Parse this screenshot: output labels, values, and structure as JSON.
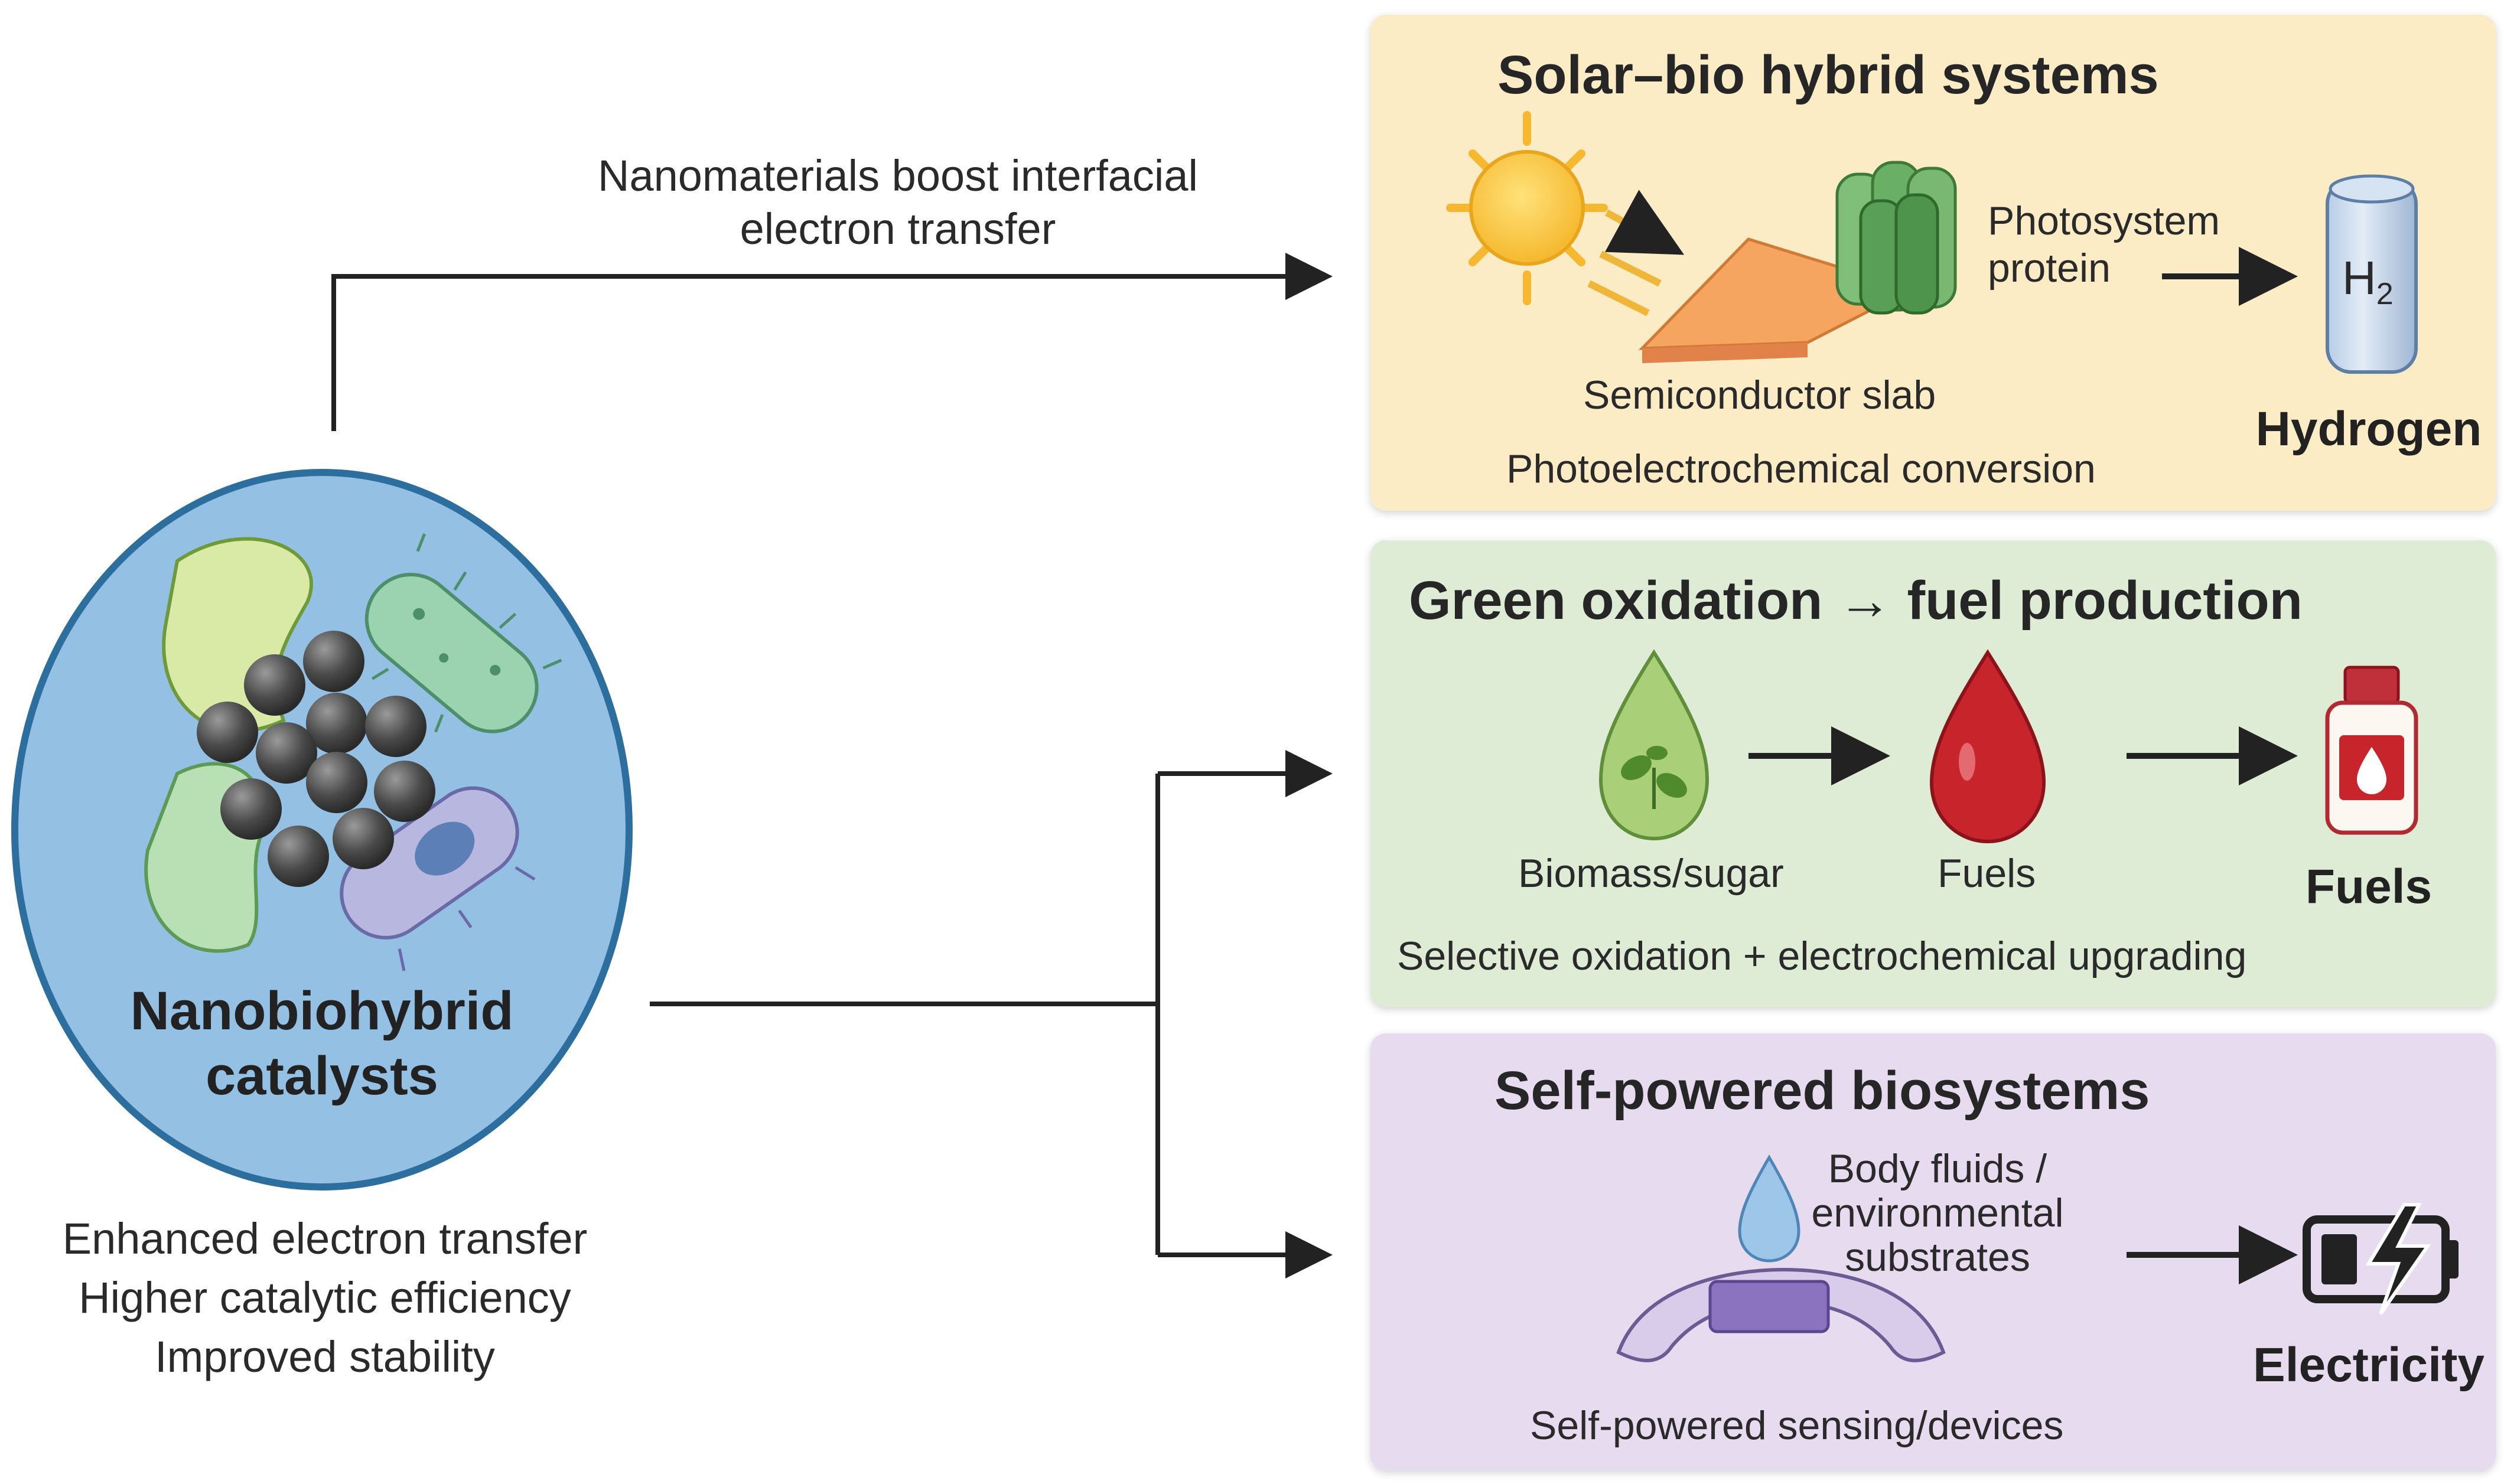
{
  "left": {
    "title_line1": "Nanobiohybrid",
    "title_line2": "catalysts",
    "benefits": [
      "Enhanced electron transfer",
      "Higher catalytic efficiency",
      "Improved stability"
    ]
  },
  "connector": {
    "line1": "Nanomaterials boost interfacial",
    "line2": "electron transfer"
  },
  "panel_solar": {
    "title": "Solar–bio hybrid systems",
    "photosystem_line1": "Photosystem",
    "photosystem_line2": "protein",
    "semiconductor": "Semiconductor slab",
    "caption": "Photoelectrochemical conversion",
    "product": "Hydrogen",
    "bottle_label": "H",
    "bottle_sub": "2",
    "color": "#fbecc6"
  },
  "panel_green": {
    "title": "Green oxidation → fuel production",
    "biomass": "Biomass/sugar",
    "fuels_mid": "Fuels",
    "caption": "Selective oxidation + electrochemical upgrading",
    "product": "Fuels",
    "color": "#deecd6"
  },
  "panel_self": {
    "title": "Self-powered biosystems",
    "fluid_line1": "Body fluids /",
    "fluid_line2": "environmental",
    "fluid_line3": "substrates",
    "caption": "Self-powered sensing/devices",
    "product": "Electricity",
    "color": "#e6dbef"
  },
  "icons": [
    "sun-icon",
    "semiconductor-slab-icon",
    "photosystem-protein-icon",
    "hydrogen-cylinder-icon",
    "leaf-drop-icon",
    "fuel-drop-icon",
    "fuel-bottle-icon",
    "water-drop-icon",
    "sensor-patch-icon",
    "battery-icon"
  ]
}
